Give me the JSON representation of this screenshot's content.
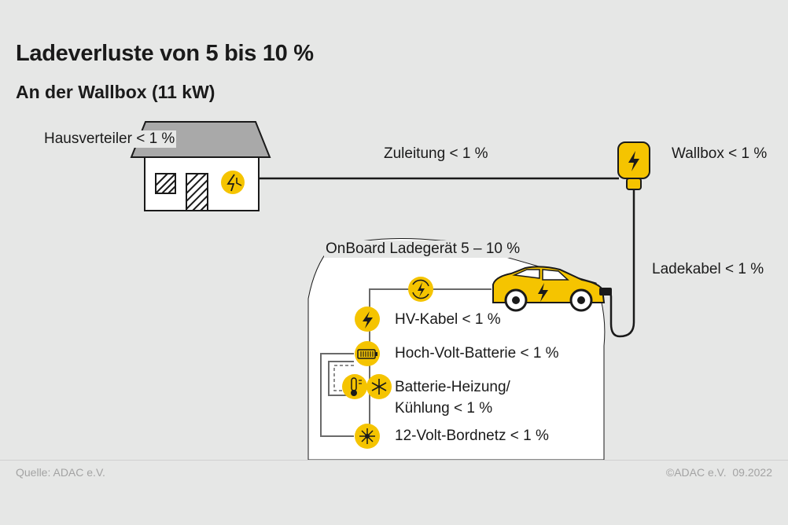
{
  "title": "Ladeverluste von 5 bis 10 %",
  "subtitle": "An der Wallbox (11 kW)",
  "labels": {
    "hausverteiler": "Hausverteiler < 1 %",
    "zuleitung": "Zuleitung < 1 %",
    "wallbox": "Wallbox < 1 %",
    "onboard": "OnBoard Ladegerät 5 – 10 %",
    "ladekabel": "Ladekabel < 1 %"
  },
  "components": [
    {
      "label": "HV-Kabel < 1 %",
      "icon": "lightning-icon"
    },
    {
      "label": "Hoch-Volt-Batterie < 1 %",
      "icon": "battery-icon"
    },
    {
      "label_line1": "Batterie-Heizung/",
      "label_line2": "Kühlung < 1 %",
      "icon": "thermometer-icon"
    },
    {
      "label": "12-Volt-Bordnetz < 1 %",
      "icon": "network-icon"
    }
  ],
  "footer": {
    "source": "Quelle: ADAC e.V.",
    "copyright": "©ADAC e.V.  09.2022"
  },
  "colors": {
    "background": "#e6e7e6",
    "accent": "#f5c400",
    "line": "#1a1a1a",
    "panel": "#ffffff"
  }
}
